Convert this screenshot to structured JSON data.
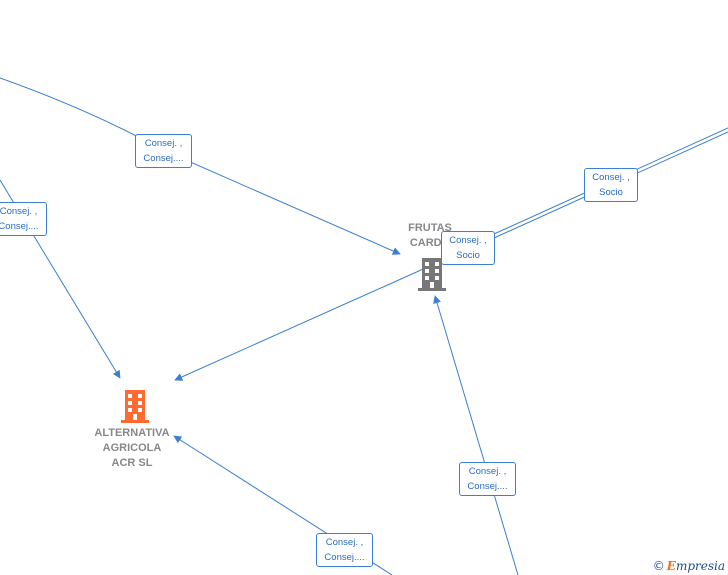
{
  "nodes": {
    "frutas": {
      "label_lines": [
        "FRUTAS",
        "CARDO"
      ],
      "color": "#777777"
    },
    "alternativa": {
      "label_lines": [
        "ALTERNATIVA",
        "AGRICOLA",
        "ACR  SL"
      ],
      "color": "#ff6a33"
    }
  },
  "edge_labels": [
    {
      "line1": "Consej. ,",
      "line2": "Consej...."
    },
    {
      "line1": "Consej. ,",
      "line2": "Consej...."
    },
    {
      "line1": "Consej. ,",
      "line2": "Socio"
    },
    {
      "line1": "Consej. ,",
      "line2": "Socio"
    },
    {
      "line1": "Consej. ,",
      "line2": "Consej...."
    },
    {
      "line1": "Consej. ,",
      "line2": "Consej...."
    }
  ],
  "brand": {
    "copyright": "©",
    "initial": "E",
    "rest": "mpresia"
  },
  "colors": {
    "edge": "#3a7fd0",
    "building_gray": "#777777",
    "building_orange": "#ff6a33"
  }
}
